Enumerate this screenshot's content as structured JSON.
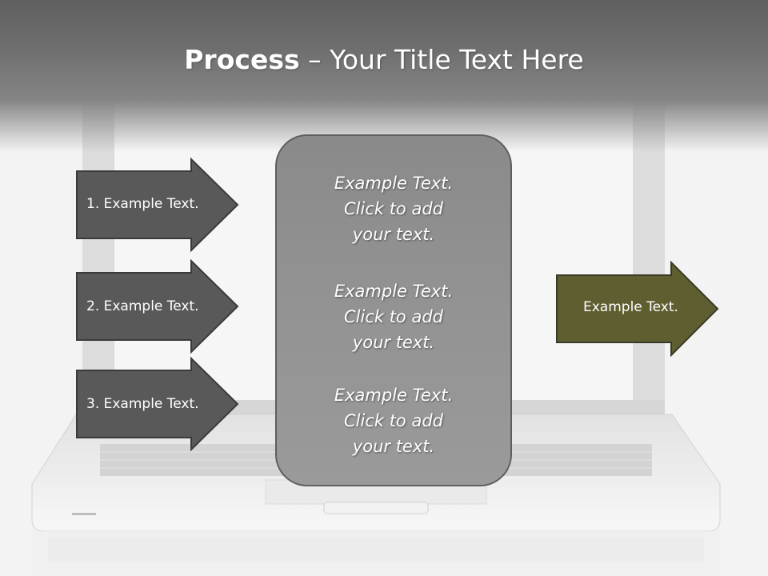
{
  "slide": {
    "title_bold": "Process",
    "title_rest": " – Your Title Text Here"
  },
  "steps": [
    {
      "label": "1. Example Text."
    },
    {
      "label": "2. Example Text."
    },
    {
      "label": "3. Example Text."
    }
  ],
  "center_blocks": [
    {
      "line1": "Example Text.",
      "line2": "Click  to add",
      "line3": "your text."
    },
    {
      "line1": "Example Text.",
      "line2": "Click  to add",
      "line3": "your text."
    },
    {
      "line1": "Example Text.",
      "line2": "Click  to add",
      "line3": "your text."
    }
  ],
  "result": {
    "label": "Example Text."
  },
  "colors": {
    "step_fill": "#595959",
    "result_fill": "#5f5e30",
    "center_fill": "#8f8f8f",
    "outline": "#3a3a3a"
  }
}
